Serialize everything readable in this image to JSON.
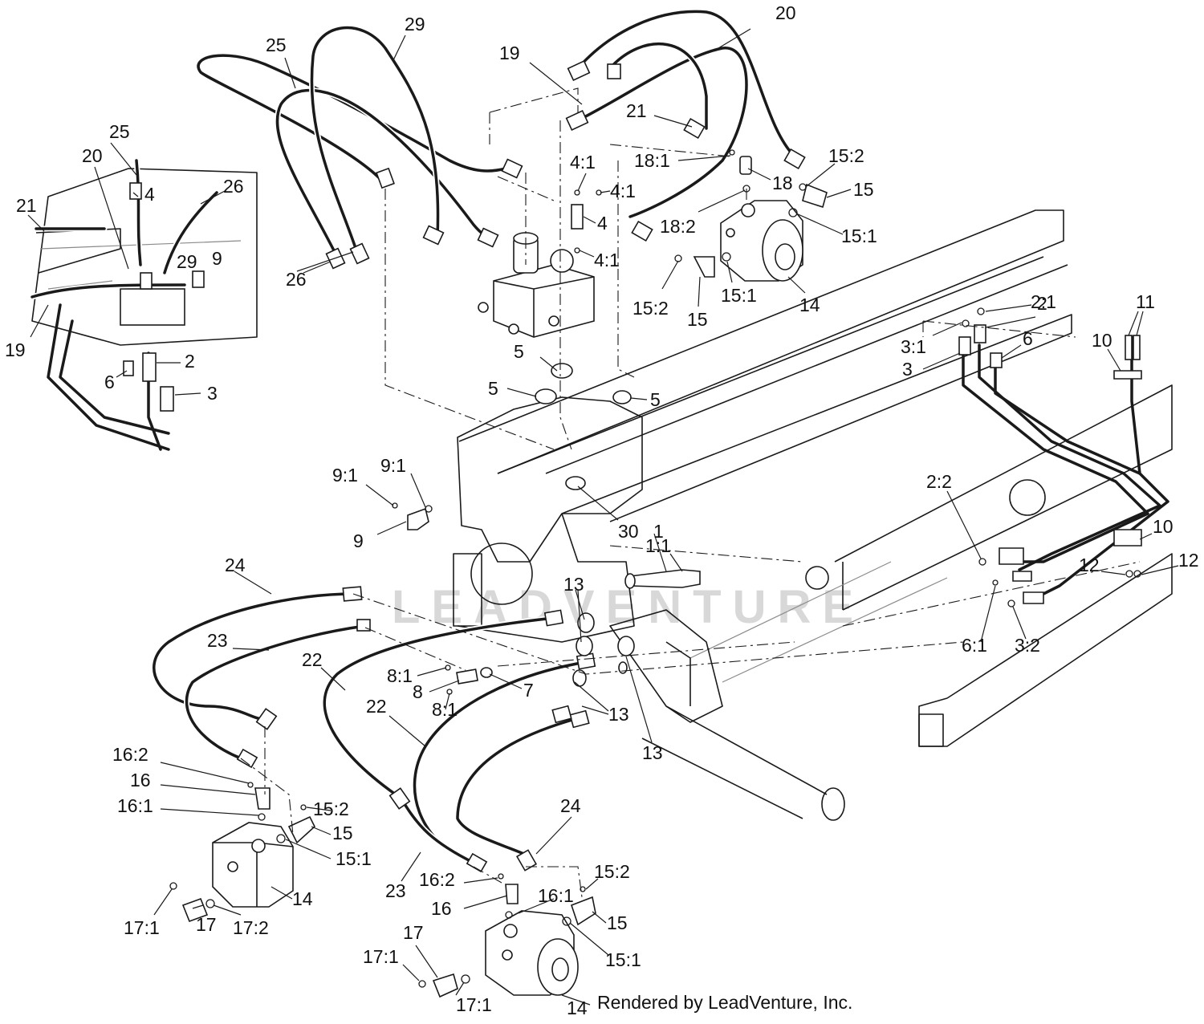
{
  "watermark": "LEADVENTURE",
  "credit": "Rendered by LeadVenture, Inc.",
  "callouts": {
    "c20a": "20",
    "c29a": "29",
    "c25a": "25",
    "c19a": "19",
    "c21a": "21",
    "c18_1": "18:1",
    "c18a": "18",
    "c15_2a": "15:2",
    "c15a": "15",
    "c15_1a": "15:1",
    "c18_2": "18:2",
    "c4_1a": "4:1",
    "c4_1b": "4:1",
    "c4a": "4",
    "c4_1c": "4:1",
    "c15_2b": "15:2",
    "c15b": "15",
    "c15_1b": "15:1",
    "c14a": "14",
    "c25b": "25",
    "c20b": "20",
    "c21b": "21",
    "c4b": "4",
    "c26a": "26",
    "c29b": "29",
    "c9a": "9",
    "c19b": "19",
    "c6a": "6",
    "c2a": "2",
    "c3a": "3",
    "c26b": "26",
    "c5a": "5",
    "c5b": "5",
    "c5c": "5",
    "c2_1": "2:1",
    "c2b": "2",
    "c3_1": "3:1",
    "c3b": "3",
    "c6b": "6",
    "c11": "11",
    "c10a": "10",
    "c9_1a": "9:1",
    "c9_1b": "9:1",
    "c9b": "9",
    "c30": "30",
    "c1": "1",
    "c1_1": "1:1",
    "c2_2": "2:2",
    "c10b": "10",
    "c12a": "12",
    "c12b": "12",
    "c6_1": "6:1",
    "c3_2": "3:2",
    "c24a": "24",
    "c13a": "13",
    "c23a": "23",
    "c22a": "22",
    "c8_1a": "8:1",
    "c8": "8",
    "c8_1b": "8:1",
    "c7": "7",
    "c22b": "22",
    "c13b": "13",
    "c13c": "13",
    "c16_2a": "16:2",
    "c16a": "16",
    "c16_1a": "16:1",
    "c15_2c": "15:2",
    "c15c": "15",
    "c15_1c": "15:1",
    "c14b": "14",
    "c17_1a": "17:1",
    "c17a": "17",
    "c17_2": "17:2",
    "c24b": "24",
    "c23b": "23",
    "c16_2b": "16:2",
    "c16b": "16",
    "c16_1b": "16:1",
    "c15_2d": "15:2",
    "c15d": "15",
    "c15_1d": "15:1",
    "c17b": "17",
    "c17_1b": "17:1",
    "c17_1c": "17:1",
    "c14c": "14"
  }
}
